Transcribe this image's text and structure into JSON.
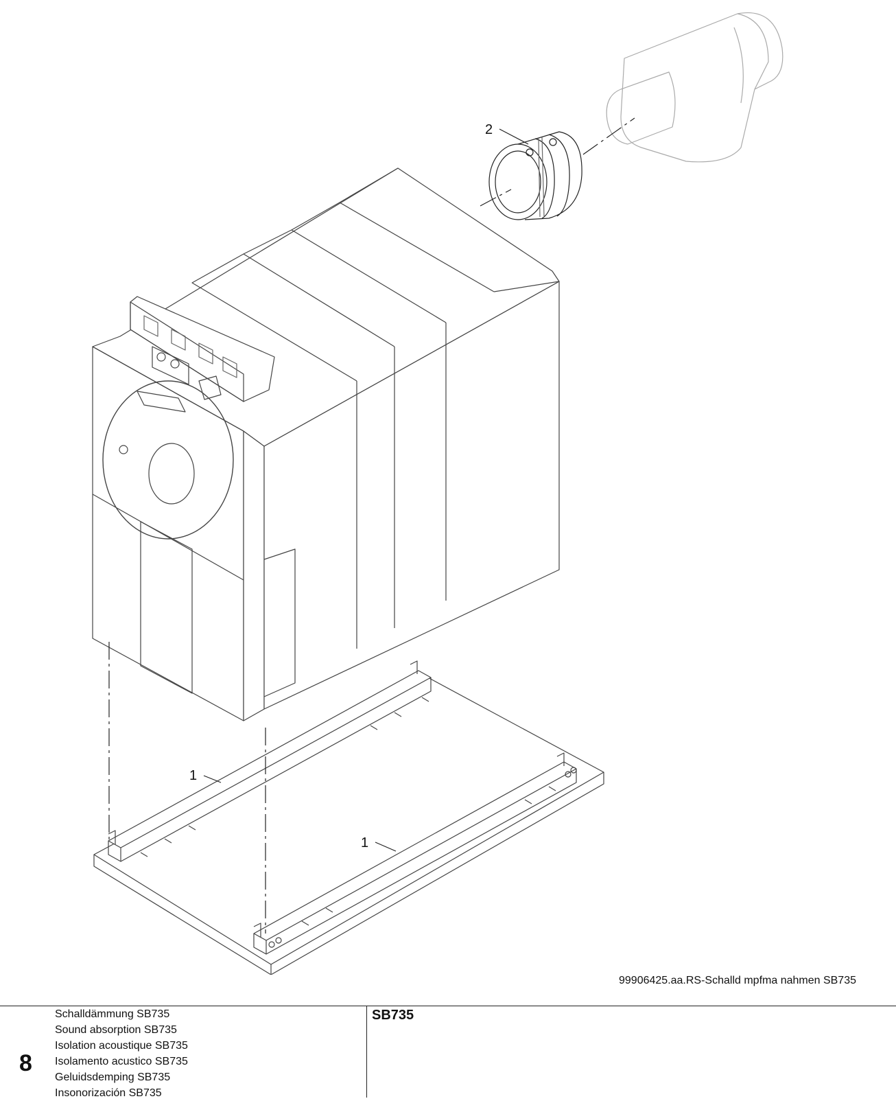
{
  "callouts": {
    "frame_rail_left": "1",
    "frame_rail_right": "1",
    "sleeve": "2"
  },
  "drawing": {
    "file_reference": "99906425.aa.RS-Schalld mpfma nahmen SB735"
  },
  "footer": {
    "section_number": "8",
    "descriptions": [
      "Schalldämmung SB735",
      "Sound absorption SB735",
      "Isolation acoustique SB735",
      "Isolamento acustico SB735",
      "Geluidsdemping SB735",
      "Insonorización SB735"
    ],
    "model": "SB735"
  }
}
